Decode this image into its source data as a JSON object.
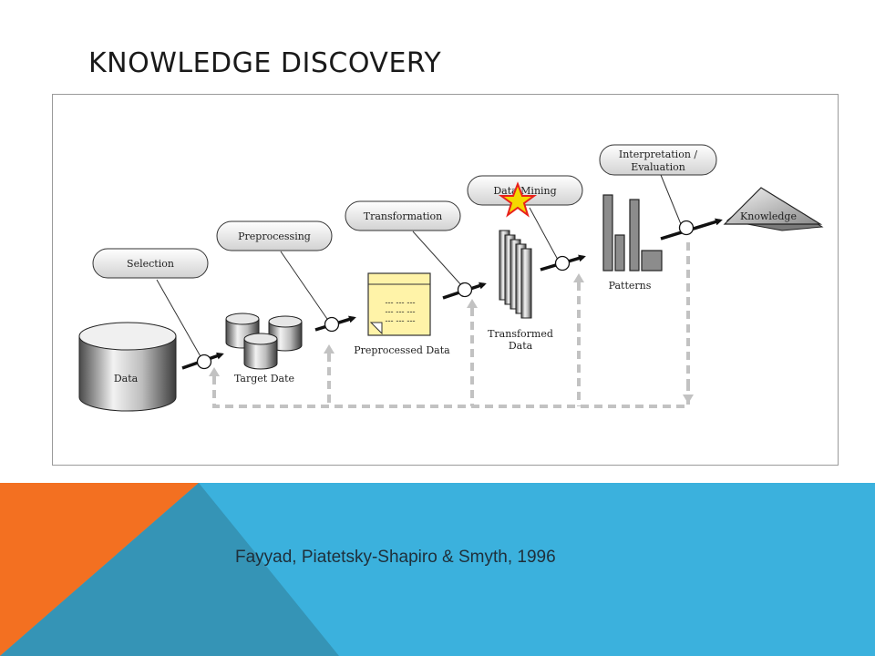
{
  "slide": {
    "title": "KNOWLEDGE DISCOVERY",
    "citation": "Fayyad, Piatetsky-Shapiro & Smyth, 1996"
  },
  "colors": {
    "orange": "#f37021",
    "blue": "#3bb1dd",
    "teal": "#3594b6",
    "star": "#f5d800",
    "star_outline": "#e8201c",
    "note": "#fff3a8"
  },
  "diagram": {
    "steps": {
      "selection": "Selection",
      "preprocessing": "Preprocessing",
      "transformation": "Transformation",
      "data_mining": "Data Mining",
      "interpretation_line1": "Interpretation /",
      "interpretation_line2": "Evaluation"
    },
    "artifacts": {
      "data": "Data",
      "target": "Target Date",
      "preprocessed": "Preprocessed Data",
      "transformed_line1": "Transformed",
      "transformed_line2": "Data",
      "patterns": "Patterns",
      "knowledge": "Knowledge"
    },
    "note_lines": [
      "--- --- ---",
      "--- --- ---",
      "--- --- ---"
    ]
  }
}
